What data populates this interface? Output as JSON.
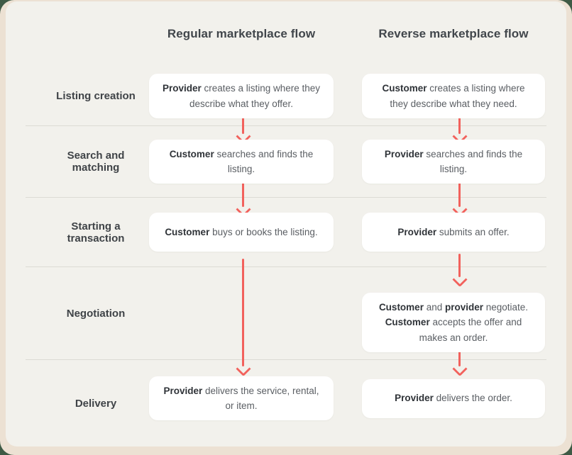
{
  "header": {
    "col1": "Regular marketplace flow",
    "col2": "Reverse marketplace flow"
  },
  "rows": [
    {
      "label": "Listing creation",
      "regular": [
        {
          "bold": true,
          "text": "Provider"
        },
        {
          "bold": false,
          "text": " creates a listing where they describe what they offer."
        }
      ],
      "reverse": [
        {
          "bold": true,
          "text": "Customer"
        },
        {
          "bold": false,
          "text": " creates a listing where they describe what they need."
        }
      ]
    },
    {
      "label": "Search and matching",
      "regular": [
        {
          "bold": true,
          "text": "Customer"
        },
        {
          "bold": false,
          "text": " searches and finds the listing."
        }
      ],
      "reverse": [
        {
          "bold": true,
          "text": "Provider"
        },
        {
          "bold": false,
          "text": " searches and finds the listing."
        }
      ]
    },
    {
      "label": "Starting a transaction",
      "regular": [
        {
          "bold": true,
          "text": "Customer"
        },
        {
          "bold": false,
          "text": " buys or books the listing."
        }
      ],
      "reverse": [
        {
          "bold": true,
          "text": "Provider"
        },
        {
          "bold": false,
          "text": " submits an offer."
        }
      ]
    },
    {
      "label": "Negotiation",
      "regular": null,
      "reverse": [
        {
          "bold": true,
          "text": "Customer"
        },
        {
          "bold": false,
          "text": " and "
        },
        {
          "bold": true,
          "text": "provider"
        },
        {
          "bold": false,
          "text": " negotiate. "
        },
        {
          "bold": true,
          "text": "Customer"
        },
        {
          "bold": false,
          "text": " accepts the offer and makes an order."
        }
      ]
    },
    {
      "label": "Delivery",
      "regular": [
        {
          "bold": true,
          "text": "Provider"
        },
        {
          "bold": false,
          "text": " delivers the service, rental, or item."
        }
      ],
      "reverse": [
        {
          "bold": true,
          "text": "Provider"
        },
        {
          "bold": false,
          "text": " delivers the order."
        }
      ]
    }
  ],
  "icons": {
    "down_arrow": "↓"
  },
  "colors": {
    "page_bg": "#3e5a45",
    "frame_bg": "#ece1d3",
    "panel_bg": "#f2f1ec",
    "card_bg": "#ffffff",
    "divider": "#dcdbd4",
    "arrow": "#f2615c",
    "heading_text": "#41464b",
    "body_text": "#5a5e63",
    "bold_text": "#2f3338"
  }
}
